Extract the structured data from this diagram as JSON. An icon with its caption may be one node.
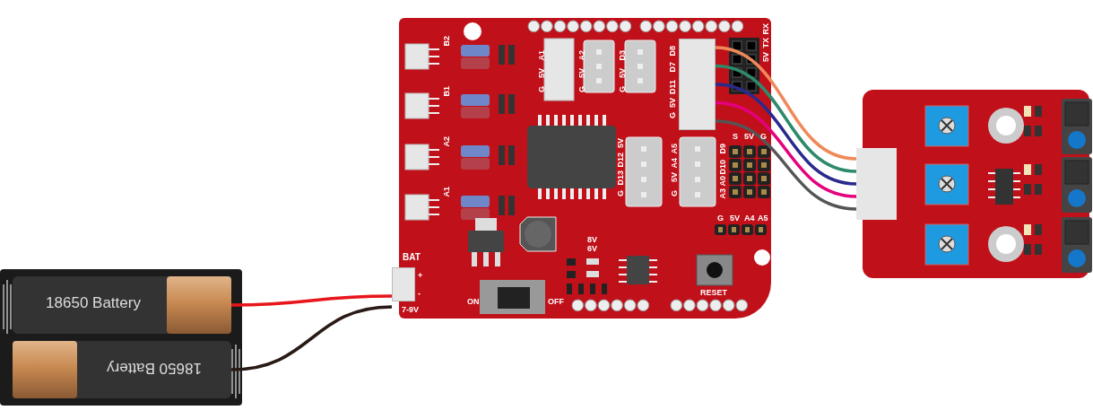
{
  "diagram": {
    "nodes": [
      {
        "text": [],
        "shape": "box"
      },
      {
        "text": [
          "18650 Battery"
        ],
        "in": 0
      },
      {
        "text": [
          "18650 Battery"
        ],
        "in": 0
      },
      {
        "text": [],
        "shape": "box"
      },
      {
        "text": [
          "BAT"
        ],
        "in": 3,
        "beside": [
          "+",
          "-",
          "7-9V"
        ]
      },
      {
        "text": [],
        "shape": "box",
        "in": 3,
        "beside": [
          "G",
          "5V",
          "D11",
          "D7",
          "D8"
        ]
      },
      {
        "text": [],
        "shape": "box"
      },
      {
        "text": [],
        "shape": "box",
        "in": 6
      }
    ],
    "edges": [
      {
        "from": 1,
        "to": 4,
        "arrow": "none",
        "color": "#e8151b"
      },
      {
        "from": 2,
        "to": 4,
        "arrow": "none",
        "color": "#2a1a16"
      },
      {
        "from": 5,
        "to": 7,
        "arrow": "none",
        "color": "#f0895a"
      },
      {
        "from": 5,
        "to": 7,
        "arrow": "none",
        "color": "#2f8a6c"
      },
      {
        "from": 5,
        "to": 7,
        "arrow": "none",
        "color": "#2a2a8c"
      },
      {
        "from": 5,
        "to": 7,
        "arrow": "none",
        "color": "#e5007d"
      },
      {
        "from": 5,
        "to": 7,
        "arrow": "none",
        "color": "#555555"
      }
    ],
    "labels": [
      "B2",
      "G",
      "5V",
      "A1",
      "G",
      "5V",
      "A2",
      "G",
      "5V",
      "D3",
      "RX",
      "TX",
      "5V",
      "B1",
      "A2",
      "G",
      "D13",
      "D12",
      "5V",
      "G",
      "5V",
      "A4",
      "A5",
      "A3",
      "A0",
      "D10",
      "D9",
      "S",
      "5V",
      "G",
      "A1",
      "G",
      "5V",
      "A4",
      "A5",
      "8V",
      "6V",
      "RESET",
      "ON",
      "OFF"
    ]
  }
}
